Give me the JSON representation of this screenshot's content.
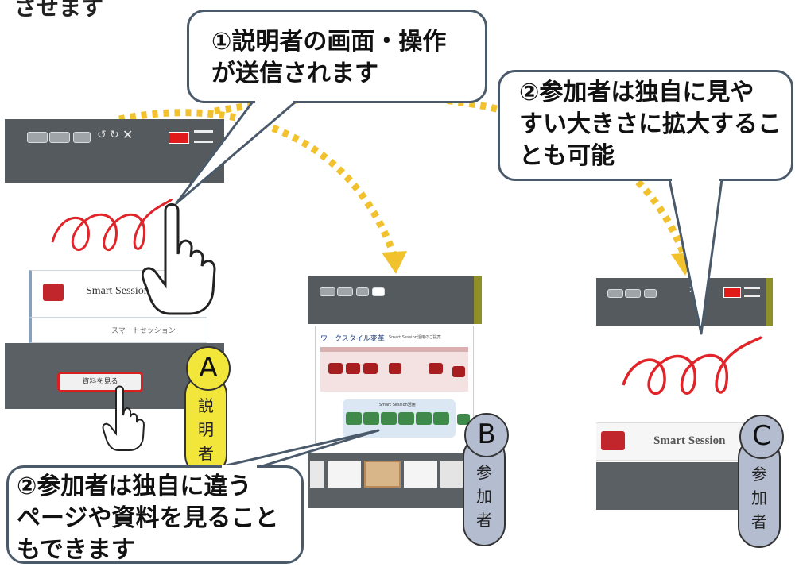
{
  "top_text": "させます",
  "callouts": {
    "presenter_send": "①説明者の画面・操作\nが送信されます",
    "zoom": "②参加者は独自に見や\nすい大きさに拡大するこ\nとも可能",
    "different_page": "②参加者は独自に違う\nページや資料を見ること\nもできます"
  },
  "badges": {
    "a": {
      "letter": "A",
      "label": "説\n明\n者",
      "color": "#f3e63a"
    },
    "b": {
      "letter": "B",
      "label": "参\n加\n者",
      "color": "#b4bdd0"
    },
    "c": {
      "letter": "C",
      "label": "参\n加\n者",
      "color": "#b4bdd0"
    }
  },
  "device_a": {
    "card_title": "Smart Session",
    "card_sub": "スマートセッション",
    "button_label": "資料を見る"
  },
  "device_b": {
    "slide_title": "ワークスタイル変革",
    "slide_subtitle": "Smart Session活用のご提案",
    "section_label": "Smart Session活用"
  },
  "device_c": {
    "card_title": "Smart Session"
  },
  "colors": {
    "arrow": "#f2c12e",
    "callout_border": "#4a5a6a",
    "scribble": "#e0242a"
  }
}
